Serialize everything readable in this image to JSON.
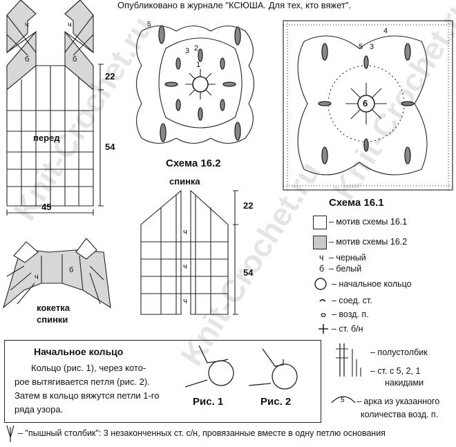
{
  "header": "Опубликовано в журнале \"КСЮША. Для тех, кто вяжет\".",
  "front": {
    "label": "перед",
    "dim_top": "22",
    "dim_side": "54",
    "dim_bottom": "45",
    "cell_h": "ч",
    "cell_b": "б"
  },
  "back": {
    "label": "спинка",
    "dim_top": "22",
    "dim_side": "54",
    "cell_h": "ч"
  },
  "yoke": {
    "label_1": "кокетка",
    "label_2": "спинки",
    "cell_h": "ч",
    "cell_b": "б"
  },
  "scheme_162": {
    "title": "Схема 16.2",
    "r1": "1",
    "r2": "2",
    "r3": "3",
    "r5": "5"
  },
  "scheme_161": {
    "title": "Схема 16.1",
    "center": "6",
    "r3": "3",
    "r4": "4",
    "r5": "5"
  },
  "legend": {
    "motif_161": "– мотив схемы 16.1",
    "motif_162": "– мотив схемы 16.2",
    "black": "– черный",
    "black_sym": "ч",
    "white": "– белый",
    "white_sym": "б",
    "ring": "– начальное кольцо",
    "slip": "– соед. ст.",
    "chain": "– возд. п.",
    "sc": "– ст. б/н",
    "hdc": "– полустолбик",
    "dc_1": "– ст. с 5, 2, 1",
    "dc_2": "накидами",
    "arc_num": "5",
    "arc_1": "– арка из указанного",
    "arc_2": "количества возд. п."
  },
  "ring_box": {
    "title": "Начальное кольцо",
    "line1": "Кольцо (рис. 1), через кото-",
    "line2": "рое вытягивается петля (рис. 2).",
    "line3": "Затем в кольцо вяжутся петли 1-го",
    "line4": "ряда узора.",
    "fig1": "Рис. 1",
    "fig2": "Рис. 2"
  },
  "footnote": "– \"пышный столбик\": 3 незаконченных ст. с/н, провязанные вместе в одну петлю основания",
  "watermark": "Knit-Crochet.ru"
}
